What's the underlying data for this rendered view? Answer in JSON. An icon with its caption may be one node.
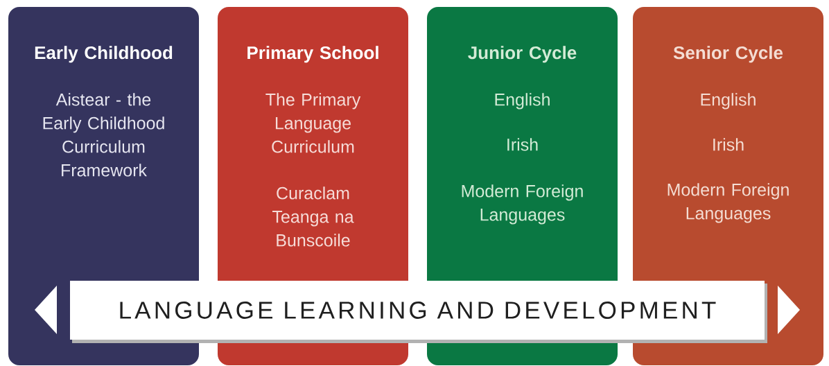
{
  "diagram": {
    "nodes": [
      {
        "text": [
          "Early Childhood",
          "Aistear - the Early Childhood Curriculum Framework"
        ]
      },
      {
        "text": [
          "Primary School",
          "The Primary Language Curriculum",
          "Curaclam Teanga na Bunscoile"
        ]
      },
      {
        "text": [
          "Junior Cycle",
          "English",
          "Irish",
          "Modern Foreign Languages"
        ]
      },
      {
        "text": [
          "Senior Cycle",
          "English",
          "Irish",
          "Modern Foreign Languages"
        ]
      },
      {
        "text": [
          "LANGUAGE LEARNING AND DEVELOPMENT"
        ]
      }
    ]
  }
}
